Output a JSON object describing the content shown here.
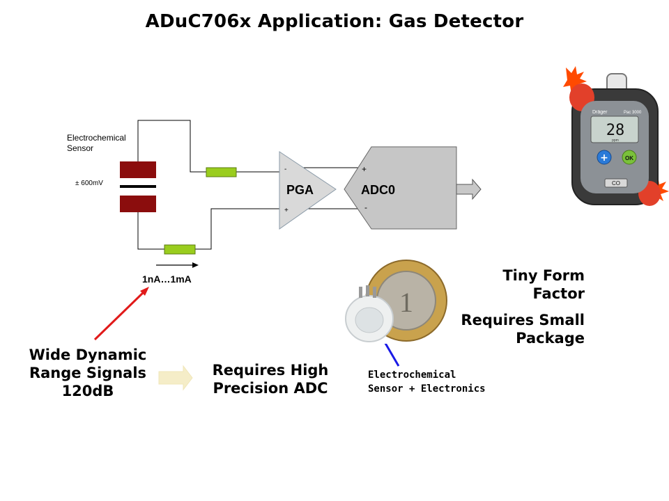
{
  "title": "ADuC706x Application: Gas Detector",
  "diagram": {
    "sensor_label": "Electrochemical Sensor",
    "voltage_label": "± 600mV",
    "pga_label": "PGA",
    "pga_minus": "-",
    "pga_plus": "+",
    "adc_label": "ADC0",
    "adc_plus": "+",
    "adc_minus": "-",
    "current_label": "1nA…1mA",
    "colors": {
      "sensor_block": "#8b0d0d",
      "resistor": "#9acd1e",
      "pga_fill": "#d9d9d9",
      "adc_fill": "#c6c6c6",
      "arrow_red": "#e11a1a",
      "arrow_blue": "#1a1ae6"
    }
  },
  "texts": {
    "wide_dynamic": [
      "Wide Dynamic",
      "Range Signals",
      "120dB"
    ],
    "requires_high": [
      "Requires High",
      "Precision ADC"
    ],
    "tiny_form": [
      "Tiny Form",
      "Factor"
    ],
    "requires_small": [
      "Requires Small",
      "Package"
    ],
    "electrochemical_caption": [
      "Electrochemical",
      "Sensor + Electronics"
    ]
  },
  "device": {
    "brand": "Dräger",
    "model": "Pac 3000",
    "display_value": "28",
    "display_unit": "ppm",
    "plus_button": "+",
    "ok_button": "OK",
    "gas_label": "CO"
  }
}
